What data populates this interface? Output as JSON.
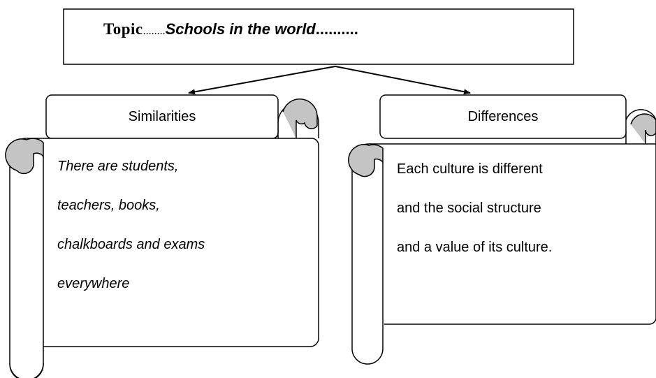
{
  "topic": {
    "label": "Topic",
    "leader": "........",
    "value": "Schools in the world",
    "trailer": ".........."
  },
  "similarities": {
    "heading": "Similarities",
    "lines": [
      "There are students,",
      "teachers, books,",
      "chalkboards and exams",
      "everywhere"
    ]
  },
  "differences": {
    "heading": "Differences",
    "lines": [
      "Each culture is different",
      "and the social structure",
      "and a value of its culture."
    ]
  }
}
